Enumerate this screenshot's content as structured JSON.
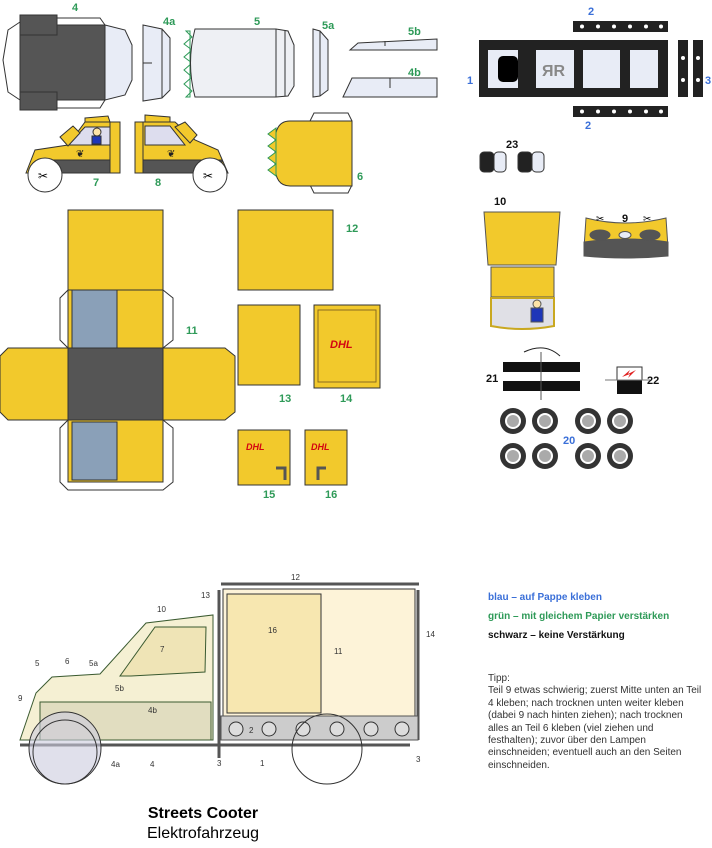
{
  "parts": {
    "p1": "1",
    "p2": "2",
    "p3": "3",
    "p4": "4",
    "p4a": "4a",
    "p4b": "4b",
    "p5": "5",
    "p5a": "5a",
    "p5b": "5b",
    "p6": "6",
    "p7": "7",
    "p8": "8",
    "p9": "9",
    "p10": "10",
    "p11": "11",
    "p12": "12",
    "p13": "13",
    "p14": "14",
    "p15": "15",
    "p16": "16",
    "p20": "20",
    "p21": "21",
    "p22": "22",
    "p23": "23"
  },
  "logos": {
    "dhl": "DHL"
  },
  "legend": {
    "blue": "blau – auf Pappe kleben",
    "green": "grün – mit gleichem Papier verstärken",
    "black": "schwarz – keine Verstärkung"
  },
  "tip": {
    "heading": "Tipp:",
    "text": "Teil 9 etwas schwierig; zuerst Mitte unten an Teil 4 kleben; nach trocknen unten weiter kleben (dabei 9 nach hinten ziehen); nach trocknen alles an Teil 6 kleben (viel ziehen und festhalten); zuvor über den Lampen einschneiden; eventuell auch an den Seiten einschneiden."
  },
  "title": {
    "name": "Streets Cooter",
    "subtitle": "Elektrofahrzeug"
  },
  "colors": {
    "yellow": "#f2c92c",
    "dark": "#555555",
    "light": "#e8ecf6",
    "green": "#2e9a58",
    "blue": "#3a6fd8"
  }
}
